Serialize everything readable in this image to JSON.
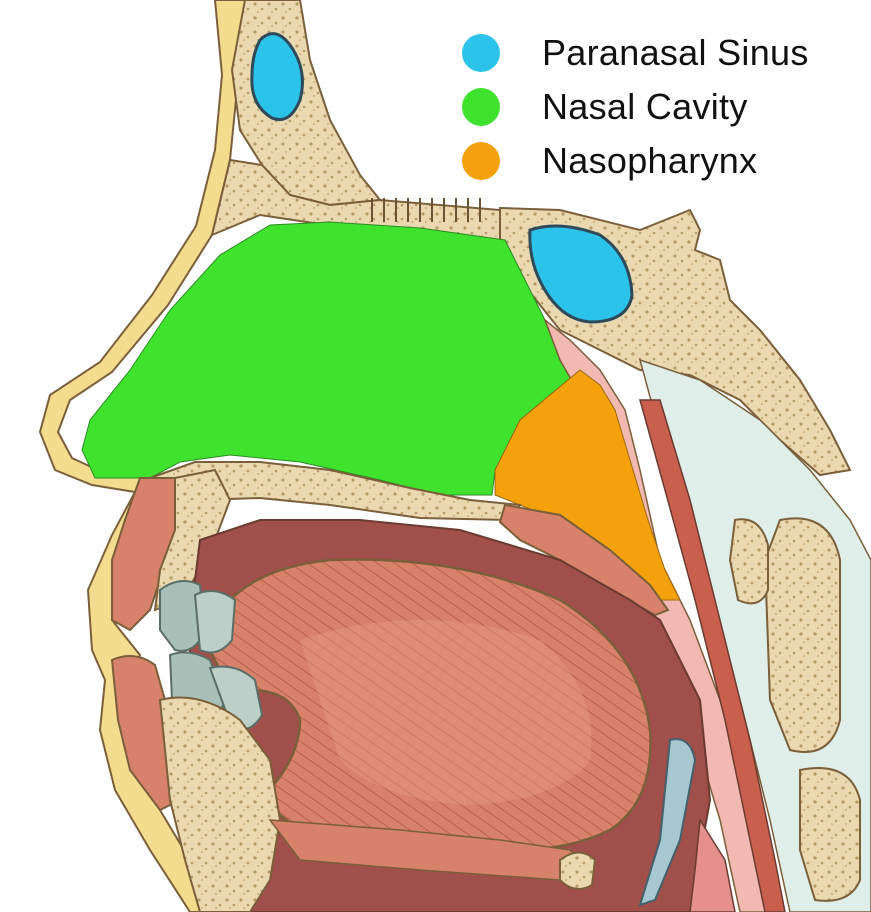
{
  "legend": {
    "items": [
      {
        "label": "Paranasal Sinus",
        "color": "#2cc3ea"
      },
      {
        "label": "Nasal Cavity",
        "color": "#3fe32e"
      },
      {
        "label": "Nasopharynx",
        "color": "#f5a10c"
      }
    ]
  },
  "colors": {
    "bone": "#e9d8b0",
    "bone_outline": "#7a5f3a",
    "skin": "#f4dc8e",
    "muscle": "#d9826b",
    "mucosa": "#f1b9b2",
    "cartilage": "#dfeee8",
    "soft_tissue_dark": "#a04f4a",
    "teeth": "#a9c0b8"
  }
}
